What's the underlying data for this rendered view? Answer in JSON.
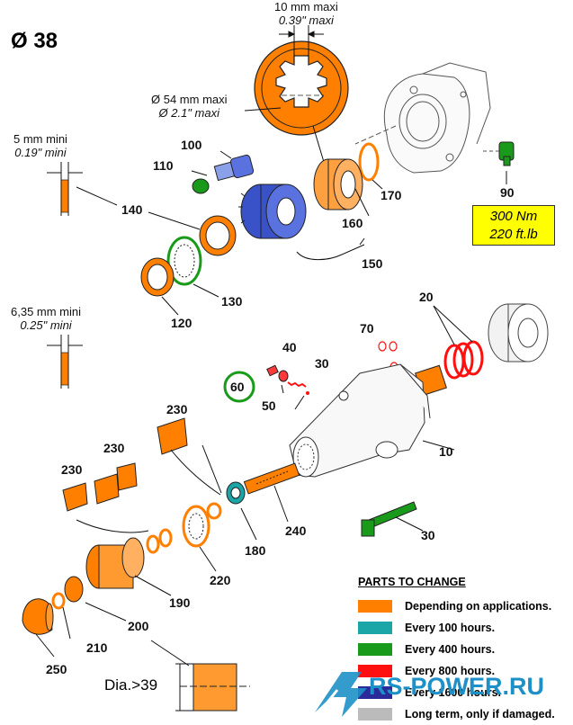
{
  "title": "Ø 38",
  "dimensions": {
    "width_max": {
      "metric": "10 mm maxi",
      "imperial": "0.39\" maxi"
    },
    "diameter_max": {
      "metric": "Ø 54 mm maxi",
      "imperial": "Ø 2.1\" maxi"
    },
    "thickness_min_a": {
      "metric": "5 mm mini",
      "imperial": "0.19\" mini"
    },
    "thickness_min_b": {
      "metric": "6,35 mm mini",
      "imperial": "0.25\" mini"
    },
    "dia_note": "Dia.>39"
  },
  "torque": {
    "metric": "300 Nm",
    "imperial": "220 ft.lb"
  },
  "part_labels": {
    "p10": "10",
    "p20": "20",
    "p30a": "30",
    "p30b": "30",
    "p40": "40",
    "p50": "50",
    "p60": "60",
    "p70": "70",
    "p90": "90",
    "p100": "100",
    "p110": "110",
    "p120": "120",
    "p130": "130",
    "p140": "140",
    "p150": "150",
    "p160": "160",
    "p170": "170",
    "p180": "180",
    "p190": "190",
    "p200": "200",
    "p210": "210",
    "p220": "220",
    "p230a": "230",
    "p230b": "230",
    "p230c": "230",
    "p240": "240",
    "p250": "250"
  },
  "legend": {
    "title": "PARTS TO CHANGE",
    "items": [
      {
        "color": "#ff8000",
        "text": "Depending on applications."
      },
      {
        "color": "#1aa6a6",
        "text": "Every 100 hours."
      },
      {
        "color": "#1a9a1a",
        "text": "Every 400 hours."
      },
      {
        "color": "#ff1010",
        "text": "Every 800 hours."
      },
      {
        "color": "#2a2a9a",
        "text": "Every 1600 hours."
      },
      {
        "color": "#bbbbbb",
        "text": "Long term, only if damaged."
      }
    ]
  },
  "watermark": "RS-POWER.RU",
  "colors": {
    "orange": "#ff8000",
    "teal": "#1aa6a6",
    "green": "#1a9a1a",
    "red": "#ff1010",
    "blue": "#3a52c8",
    "yellow": "#ffff00"
  }
}
